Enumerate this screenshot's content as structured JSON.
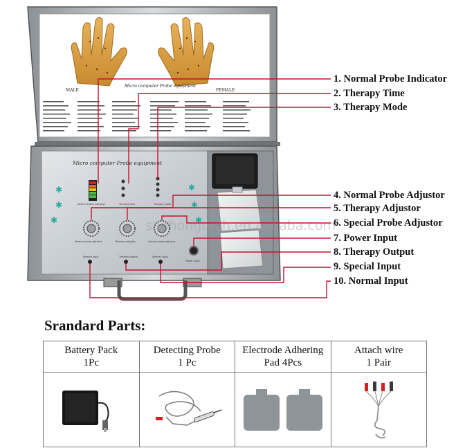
{
  "device": {
    "lid_title": "Micro computer Probe equipment",
    "chart_male_label": "MALE",
    "chart_female_label": "FEMALE",
    "panel_title": "Micro computer Probe equipment",
    "watermark": "sanhongtech.en.alibaba.com",
    "small_labels": {
      "normal_probe_indicator": "Normal Probe indicator",
      "therapy_time": "Therapy time",
      "therapy_mode": "Therapy mode",
      "normal_probe_adjustor": "Normal probe adjustor",
      "therapy_adjustor": "Therapy adjustor",
      "special_probe_adjustor": "Special probe adjustor",
      "power_input": "Power input",
      "normal_input": "Normal input",
      "therapy_output": "Therapy output",
      "special_input": "Special input"
    }
  },
  "callouts": [
    "1. Normal Probe Indicator",
    "2. Therapy Time",
    "3. Therapy Mode",
    "4. Normal Probe Adjustor",
    "5. Therapy Adjustor",
    "6. Special Probe Adjustor",
    "7. Power Input",
    "8. Therapy Output",
    "9. Special Input",
    "10. Normal Input"
  ],
  "callout_line_color": "#c8102e",
  "parts": {
    "title": "Srandard Parts:",
    "items": [
      {
        "name": "Battery Pack",
        "qty": "1Pc",
        "icon": "battery-pack-image"
      },
      {
        "name": "Detecting Probe",
        "qty": "1 Pc",
        "icon": "detecting-probe-image"
      },
      {
        "name": "Electrode Adhering",
        "qty": "Pad  4Pcs",
        "icon": "electrode-pad-image"
      },
      {
        "name": "Attach wire",
        "qty": "1 Pair",
        "icon": "attach-wire-image"
      }
    ]
  }
}
